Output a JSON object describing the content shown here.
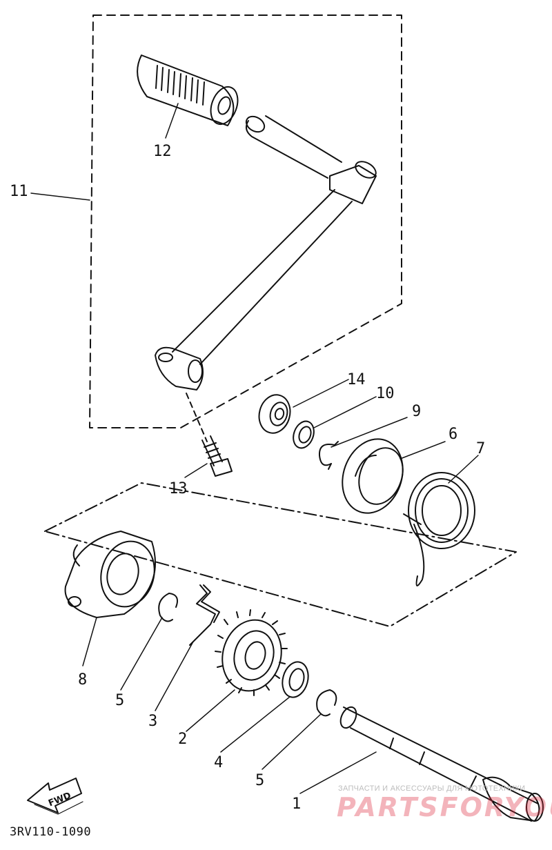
{
  "callouts": [
    "1",
    "2",
    "3",
    "4",
    "5",
    "5",
    "6",
    "7",
    "8",
    "9",
    "10",
    "11",
    "12",
    "13",
    "14"
  ],
  "fwd_label": "FWD",
  "diagram_code": "3RV110-1090",
  "watermark": {
    "small_text": "ЗАПЧАСТИ И АКСЕССУАРЫ ДЛЯ МОТОТЕХНИКИ",
    "brand_text": "PARTSFORYOU"
  },
  "colors": {
    "line": "#111111",
    "watermark": "#dc283c"
  }
}
